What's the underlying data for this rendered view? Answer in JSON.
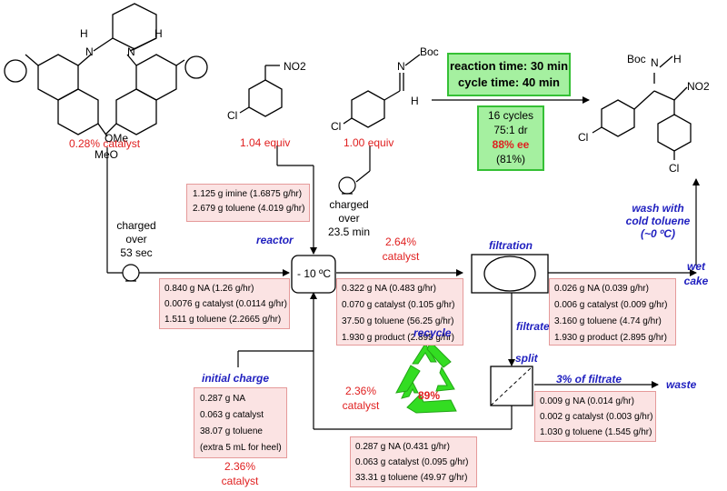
{
  "colors": {
    "red": "#e02020",
    "blue": "#1f1fbf",
    "pink_fill": "#fbe3e3",
    "pink_border": "#e59a9a",
    "green_fill": "#a5f0a0",
    "green_border": "#35c035",
    "recycle_green": "#33dd22"
  },
  "structures": {
    "catalyst_label": "0.28% catalyst",
    "catalyst_ome_top": "OMe",
    "catalyst_ome_bottom": "MeO",
    "nitro_label": "1.04 equiv",
    "imine_label": "1.00 equiv",
    "cl": "Cl",
    "no2": "NO2",
    "no2_product": "NO2",
    "boc": "Boc",
    "boc_product": "Boc",
    "h": "H",
    "h_product": "H",
    "n": "N",
    "n_product": "N",
    "nh_left": "N",
    "nh_right": "N",
    "h_left": "H",
    "h_right": "H"
  },
  "reaction_box": {
    "line1": "reaction time: 30 min",
    "line2": "cycle time: 40 min"
  },
  "results_box": {
    "line1": "16 cycles",
    "line2": "75:1 dr",
    "line3": "88% ee",
    "line4": "(81%)"
  },
  "imine_feed": {
    "line1": "1.125 g imine (1.6875 g/hr)",
    "line2": "2.679 g toluene (4.019 g/hr)"
  },
  "imine_charge": {
    "line1": "charged",
    "line2": "over",
    "line3": "23.5 min"
  },
  "catalyst_charge": {
    "line1": "charged",
    "line2": "over",
    "line3": "53 sec"
  },
  "reactor": {
    "label": "reactor",
    "temp": "- 10 ºC",
    "catalyst_pct": "2.64%",
    "catalyst_word": "catalyst"
  },
  "nitro_feed": {
    "line1": "0.840 g NA (1.26 g/hr)",
    "line2": "0.0076 g catalyst (0.0114 g/hr)",
    "line3": "1.511 g toluene (2.2665 g/hr)"
  },
  "reactor_out": {
    "line1": "0.322 g NA (0.483 g/hr)",
    "line2": "0.070 g catalyst (0.105 g/hr)",
    "line3": "37.50 g toluene (56.25 g/hr)",
    "line4": "1.930 g product (2.895 g/hr)"
  },
  "filtration": {
    "label": "filtration",
    "filtrate": "filtrate"
  },
  "wet_cake": {
    "line1": "wet",
    "line2": "cake"
  },
  "cake_box": {
    "line1": "0.026 g NA (0.039 g/hr)",
    "line2": "0.006 g catalyst (0.009 g/hr)",
    "line3": "3.160 g toluene (4.74 g/hr)",
    "line4": "1.930 g product (2.895 g/hr)"
  },
  "wash": {
    "line1": "wash with",
    "line2": "cold toluene",
    "line3": "(~0 ºC)"
  },
  "split": {
    "label": "split",
    "waste_pct": "3% of filtrate",
    "waste": "waste"
  },
  "waste_box": {
    "line1": "0.009 g NA (0.014 g/hr)",
    "line2": "0.002 g catalyst (0.003 g/hr)",
    "line3": "1.030 g toluene (1.545 g/hr)"
  },
  "recycle": {
    "label": "recycle",
    "pct": "89%",
    "catalyst_pct": "2.36%",
    "catalyst_word": "catalyst"
  },
  "recycle_box": {
    "line1": "0.287 g NA (0.431 g/hr)",
    "line2": "0.063 g catalyst (0.095 g/hr)",
    "line3": "33.31 g toluene (49.97 g/hr)"
  },
  "initial_charge": {
    "label": "initial charge",
    "line1": "0.287 g NA",
    "line2": "0.063 g catalyst",
    "line3": "38.07 g toluene",
    "line4": "(extra 5 mL for heel)",
    "pct": "2.36%",
    "word": "catalyst"
  }
}
